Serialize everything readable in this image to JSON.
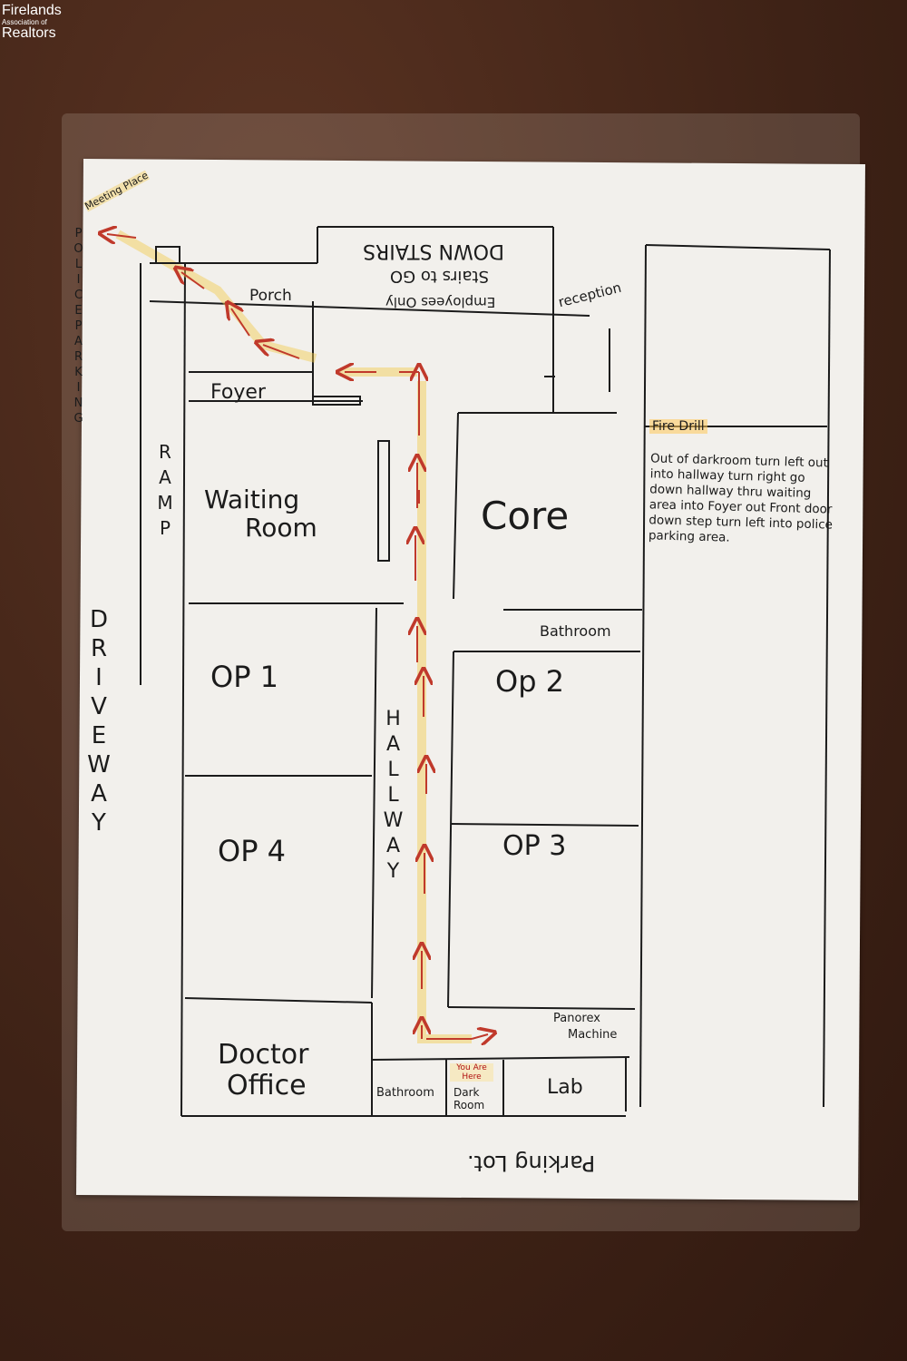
{
  "watermark": {
    "line1": "Firelands",
    "line2": "Association of",
    "line3": "Realtors"
  },
  "plan": {
    "meeting_place": "Meeting Place",
    "police_parking": "POLICEPARKING",
    "downstairs": "DOWN STAIRS",
    "stairs_to_go": "Stairs to GO",
    "employees_only": "Employees Only",
    "reception": "reception",
    "porch": "Porch",
    "foyer": "Foyer",
    "ramp": "RAMP",
    "waiting_room_1": "Waiting",
    "waiting_room_2": "Room",
    "core": "Core",
    "bathroom_top": "Bathroom",
    "op1": "OP 1",
    "op2": "Op 2",
    "op3": "OP 3",
    "op4": "OP 4",
    "hallway": "HALLWAY",
    "driveway": "DRIVEWAY",
    "panorex_1": "Panorex",
    "panorex_2": "Machine",
    "doctor_1": "Doctor",
    "doctor_2": "Office",
    "bathroom_bottom": "Bathroom",
    "you_are_here": "You Are Here",
    "dark_room_1": "Dark",
    "dark_room_2": "Room",
    "lab": "Lab",
    "parking_lot": "Parking Lot.",
    "fire_drill_title": "Fire Drill",
    "fire_drill_text": "Out of darkroom turn left out into hallway turn right go down hallway thru waiting area into Foyer out Front door down step turn left into police parking area."
  },
  "colors": {
    "arrow": "#c0392b",
    "highlight": "#f2c94c",
    "ink": "#1b1b1b"
  }
}
